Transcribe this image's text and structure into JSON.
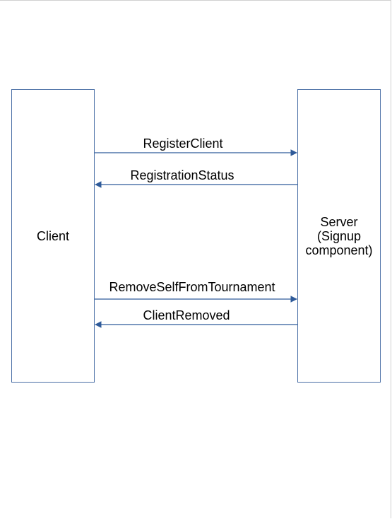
{
  "diagram": {
    "participants": {
      "client": "Client",
      "server": "Server\n(Signup\ncomponent)"
    },
    "messages": [
      {
        "label": "RegisterClient",
        "from": "client",
        "to": "server"
      },
      {
        "label": "RegistrationStatus",
        "from": "server",
        "to": "client"
      },
      {
        "label": "RemoveSelfFromTournament",
        "from": "client",
        "to": "server"
      },
      {
        "label": "ClientRemoved",
        "from": "server",
        "to": "client"
      }
    ]
  },
  "colors": {
    "line": "#2f5b9a",
    "box_border": "#4a6fa5"
  }
}
